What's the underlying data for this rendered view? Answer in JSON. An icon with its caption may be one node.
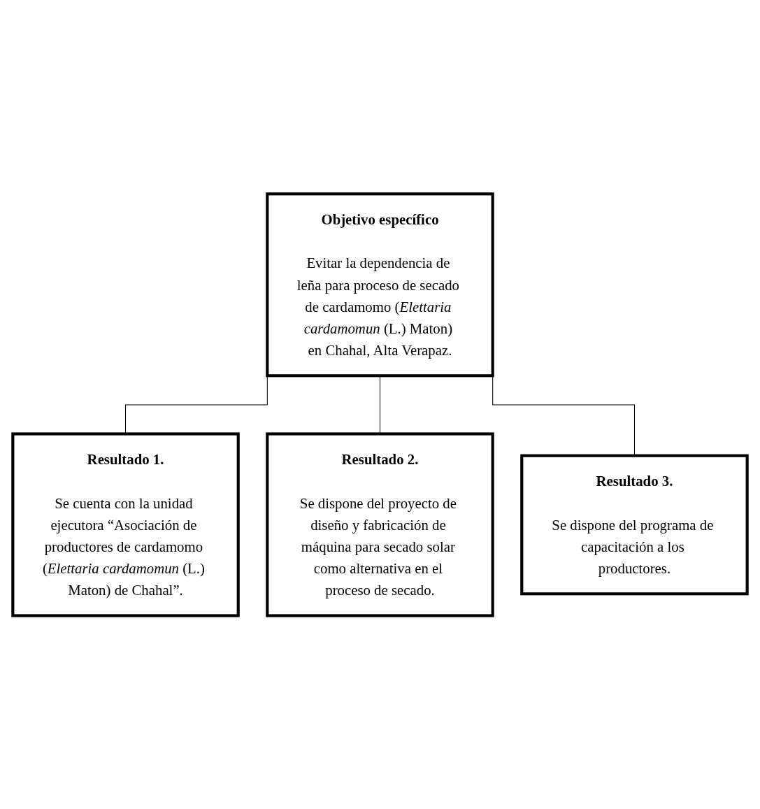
{
  "diagram": {
    "nodes": [
      {
        "text": [
          "Objetivo específico",
          "Evitar la dependencia de leña para proceso de secado de cardamomo (*Elettaria cardamomun* (L.) Maton) en Chahal, Alta Verapaz."
        ]
      },
      {
        "text": [
          "Resultado 1.",
          "Se cuenta con la unidad ejecutora “Asociación de productores de cardamomo (*Elettaria cardamomun* (L.) Maton) de Chahal”."
        ]
      },
      {
        "text": [
          "Resultado 2.",
          "Se dispone del proyecto de diseño y fabricación de máquina para secado solar como alternativa en el proceso de secado."
        ]
      },
      {
        "text": [
          "Resultado 3.",
          "Se dispone del programa de capacitación a los productores."
        ]
      }
    ],
    "edges": [
      {
        "from": 0,
        "to": 1,
        "arrow": "none"
      },
      {
        "from": 0,
        "to": 2,
        "arrow": "none"
      },
      {
        "from": 0,
        "to": 3,
        "arrow": "none"
      }
    ]
  }
}
